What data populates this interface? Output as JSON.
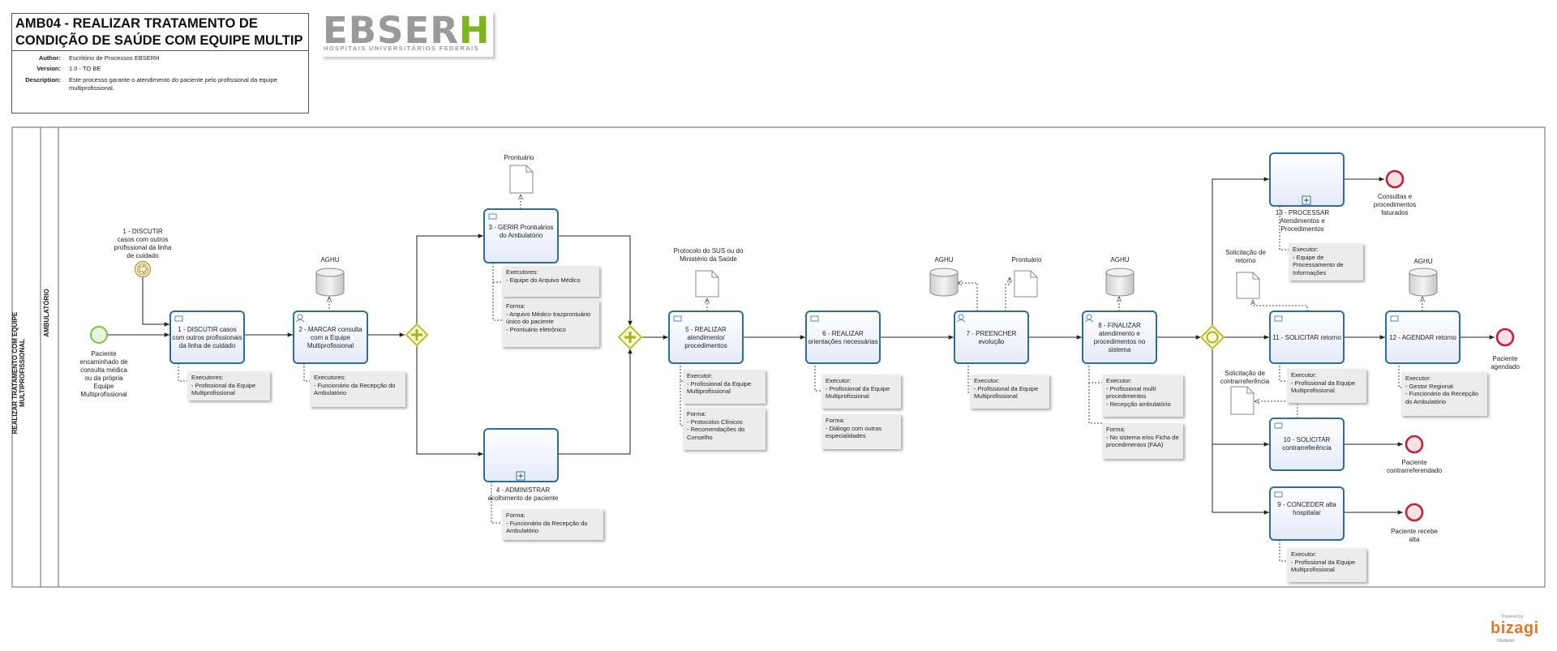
{
  "header": {
    "title": "AMB04 - REALIZAR TRATAMENTO DE CONDIÇÃO DE SAÚDE COM EQUIPE MULTIP",
    "author_label": "Author:",
    "author": "Escritório de Processos EBSERH",
    "version_label": "Version:",
    "version": "1.0 - TO BE",
    "description_label": "Description:",
    "description": "Este processo garante o atendimento do paciente pelo profissional da equipe multiprofissional."
  },
  "logo": {
    "main": "EBSER",
    "accent": "H",
    "sub": "HOSPITAIS UNIVERSITÁRIOS FEDERAIS",
    "accent_color": "#7fb51e"
  },
  "pool": {
    "label": "REALIZAR TRATAMENTO COM EQUIPE MULTIPROFISSIONAL"
  },
  "lane": {
    "label": "AMBULATÓRIO"
  },
  "events": {
    "start": "Paciente encaminhado de consulta médica ou da própria Equipe Multiprofissional",
    "intermediate": "1 - DISCUTIR casos com outros profissional da linha de cuidado",
    "end_faturados": "Consultas e procedimentos faturados",
    "end_agendado": "Paciente agendado",
    "end_contra": "Paciente contrarreferendado",
    "end_alta": "Paciente recebe alta"
  },
  "tasks": {
    "t1": "1 - DISCUTIR casos com outros profissionais da linha de cuidado",
    "t2": "2 - MARCAR consulta com a Equipe Multiprofissional",
    "t3": "3 - GERIR Prontuários do Ambulatório",
    "t4": "4 - ADMINISTRAR acolhimento de paciente",
    "t5": "5 - REALIZAR atendimento/ procedimentos",
    "t6": "6 - REALIZAR orientações necessárias",
    "t7": "7 - PREENCHER evolução",
    "t8": "8 - FINALIZAR atendimento e procedimentos no sistema",
    "t9": "9 - CONCEDER alta hospitalar",
    "t10": "10 - SOLICITAR contrarreferência",
    "t11": "11 - SOLICITAR retorno",
    "t12": "12 - AGENDAR retorno",
    "t13": "13 - PROCESSAR Atendimentos e Procedimentos"
  },
  "artifacts": {
    "aghu": "AGHU",
    "prontuario": "Prontuário",
    "protocolo": "Protocolo do SUS ou do Ministério da Saúde",
    "sol_retorno": "Solicitação de retorno",
    "sol_contra": "Solicitação de contrarreferência"
  },
  "notes": {
    "n1": "Executores:\n- Profissional da Equipe Multiprofissional",
    "n2": "Executores:\n- Funcionário da Recepção do Ambulatório",
    "n3a": "Executores:\n- Equipe do Arquivo Médico",
    "n3b": "Forma:\n- Arquivo Médico trazprontuário único do paciente\n- Prontuário eletrônico",
    "n4": "Forma:\n- Funcionário da Recepção do Ambulatório",
    "n5a": "Executor:\n- Profissional da Equipe Multiprofissional",
    "n5b": "Forma:\n- Protocolos Clínicos\n- Recomendações do Conselho",
    "n6a": "Executor:\n- Profissional da Equipe Multiprofissional",
    "n6b": "Forma:\n- Diálogo com outras especialidades",
    "n7": "Executor:\n- Profissional da Equipe Multiprofissional",
    "n8a": "Executor:\n- Profissional multi procedimentos\n- Recepção ambulatório",
    "n8b": "Forma:\n- No sistema e/ou Ficha de procedimentos (FAA)",
    "n9": "Executor:\n- Profissional da Equipe Multiprofissional",
    "n11": "Executor:\n- Profissional da Equipe Multiprofissional",
    "n12": "Executor:\n- Gestor Regional\n- Funcionário da Recepção do Ambulatório",
    "n13": "Executor:\n- Equipe de Processamento de Informações"
  },
  "footer": {
    "powered": "Powered by",
    "brand": "bizagi",
    "modeler": "Modeler"
  },
  "colors": {
    "task_border": "#2e6e9e",
    "task_fill": "#eef2fb",
    "gateway": "#b7c22a",
    "start": "#7cc242",
    "end": "#c0223b"
  }
}
